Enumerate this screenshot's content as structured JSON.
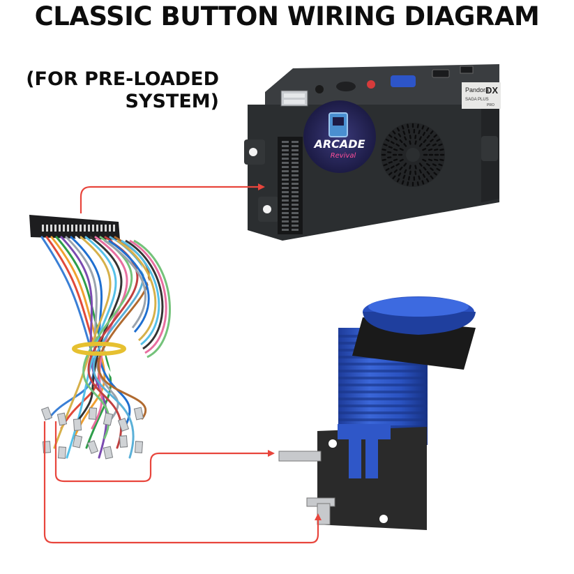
{
  "title": "CLASSIC BUTTON WIRING DIAGRAM",
  "subtitle": {
    "line1": "(FOR PRE-LOADED",
    "line2": "SYSTEM)"
  },
  "device": {
    "brand_line1": "Pandora",
    "brand_dx": "DX",
    "brand_line2": "SAGA PLUS",
    "brand_line3": "PRO",
    "badge_line1": "ARCADE",
    "badge_line2": "Revival"
  },
  "colors": {
    "arrow": "#e8453c",
    "button_blue": "#2f57c8",
    "button_dark": "#1f3f9e",
    "device_body": "#2b2e30",
    "microswitch": "#2a2a2a"
  }
}
